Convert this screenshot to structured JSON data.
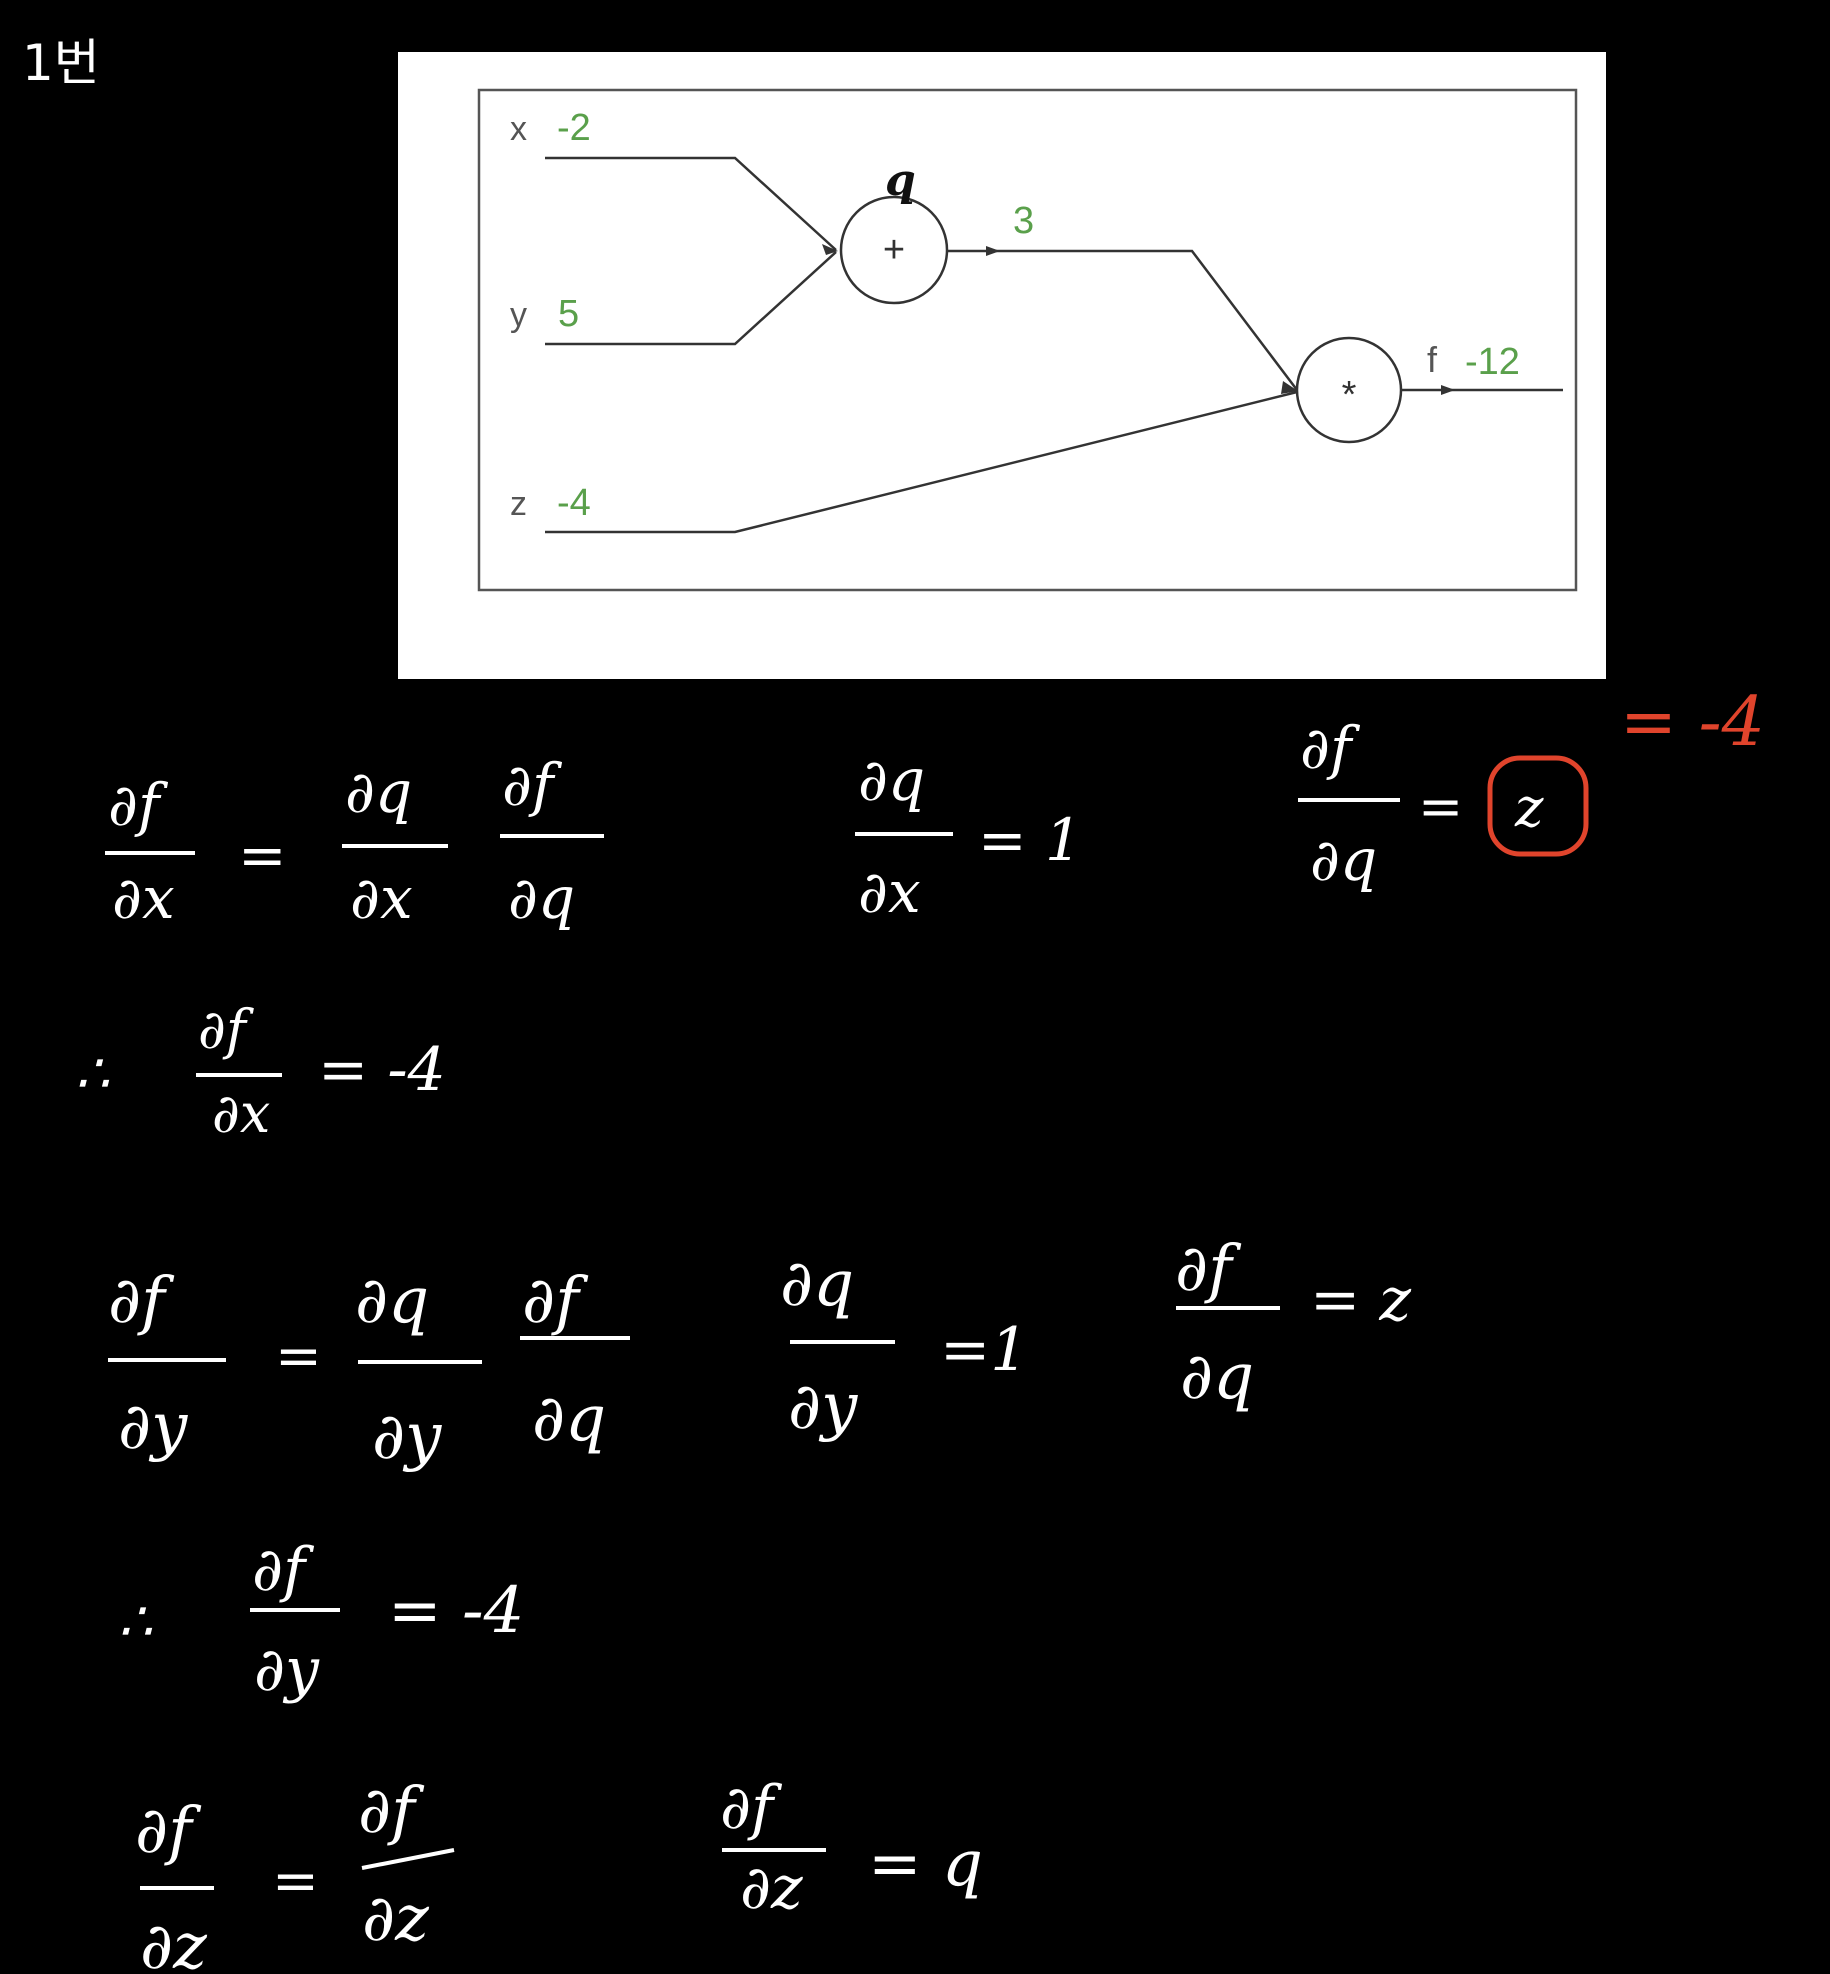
{
  "page_header": "1번",
  "graph": {
    "inputs": [
      {
        "name": "x",
        "value": "-2"
      },
      {
        "name": "y",
        "value": "5"
      },
      {
        "name": "z",
        "value": "-4"
      }
    ],
    "node_add": {
      "symbol": "+",
      "annotation": "q",
      "output_value": "3"
    },
    "node_mul": {
      "symbol": "*"
    },
    "output": {
      "name": "f",
      "value": "-12"
    },
    "colors": {
      "value_green": "#5aa04b",
      "line": "#333333",
      "box_bg": "#ffffff"
    }
  },
  "notes": {
    "l1": {
      "lhs_num": "∂f",
      "lhs_den": "∂x",
      "r1_num": "∂q",
      "r1_den": "∂x",
      "r2_num": "∂f",
      "r2_den": "∂q"
    },
    "l1b": {
      "num": "∂q",
      "den": "∂x",
      "val": "= 1"
    },
    "l1c": {
      "num": "∂f",
      "den": "∂q",
      "eq": "=",
      "boxed": "z",
      "red_value": "= -4"
    },
    "l2": {
      "therefore": "∴",
      "num": "∂f",
      "den": "∂x",
      "val": "= -4"
    },
    "l3": {
      "lhs_num": "∂f",
      "lhs_den": "∂y",
      "r1_num": "∂q",
      "r1_den": "∂y",
      "r2_num": "∂f",
      "r2_den": "∂q"
    },
    "l3b": {
      "num": "∂q",
      "den": "∂y",
      "val": "=1"
    },
    "l3c": {
      "num": "∂f",
      "den": "∂q",
      "val": "= z"
    },
    "l4": {
      "therefore": "∴",
      "num": "∂f",
      "den": "∂y",
      "val": "= -4"
    },
    "l5": {
      "lhs_num": "∂f",
      "lhs_den": "∂z",
      "r_num": "∂f",
      "r_den": "∂z"
    },
    "l5b": {
      "num": "∂f",
      "den": "∂z",
      "val": "= q"
    },
    "eq_sign": "="
  }
}
